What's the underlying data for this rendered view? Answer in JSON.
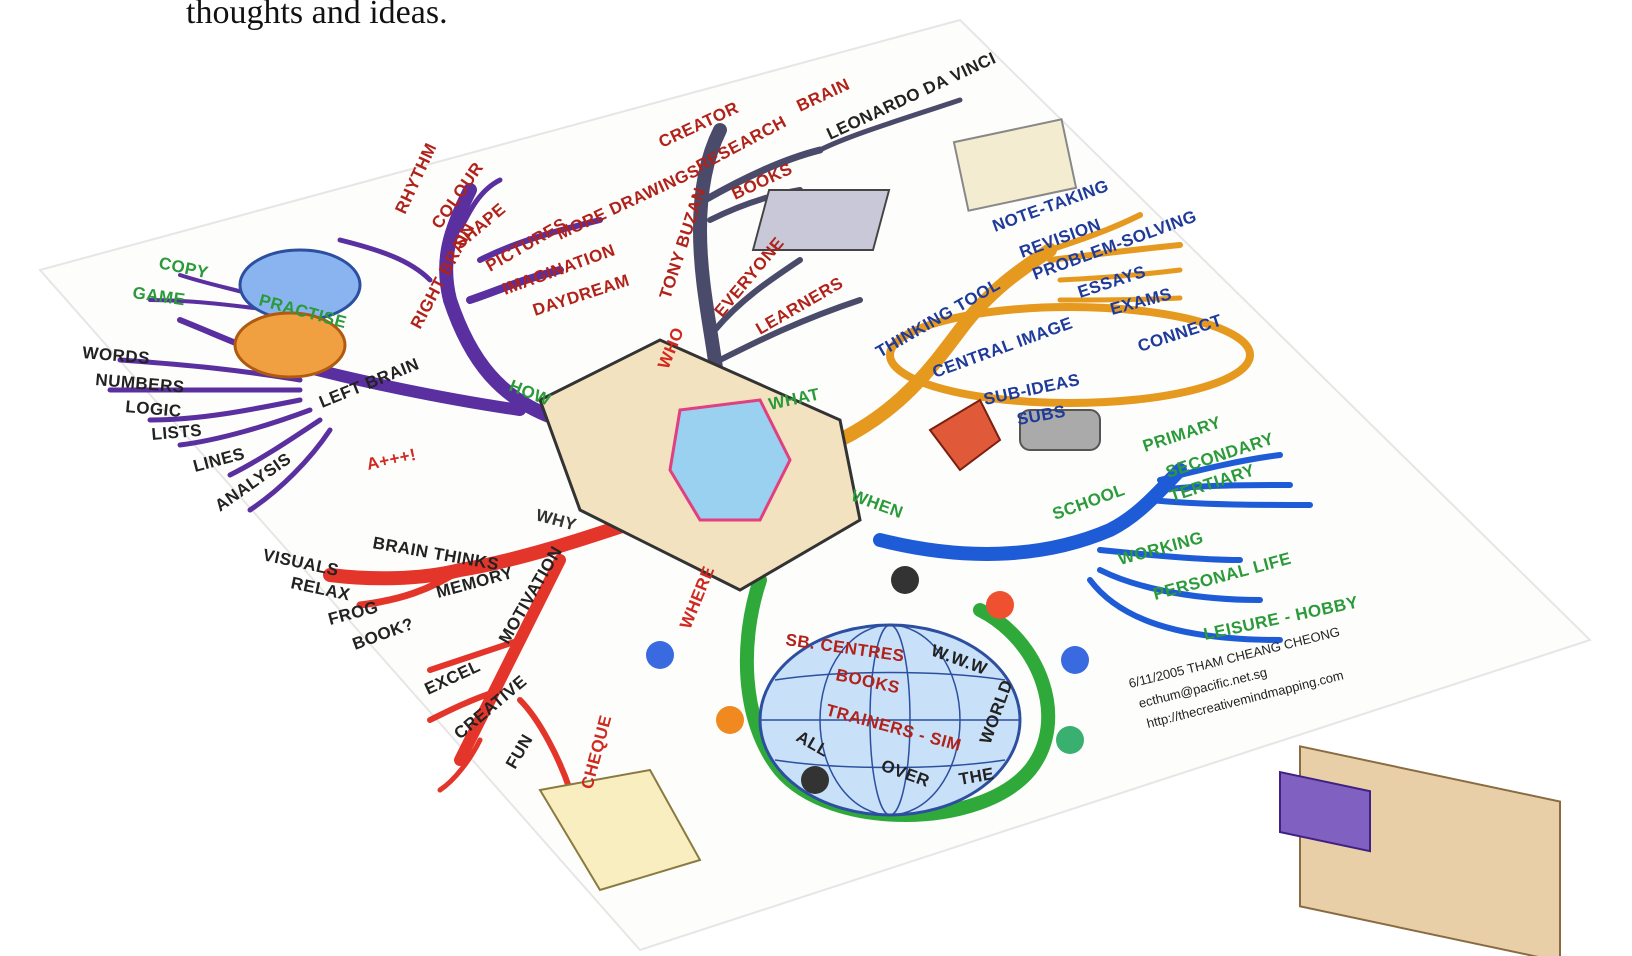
{
  "caption": "thoughts and ideas.",
  "colors": {
    "purple": "#5a2fa0",
    "grey": "#4a4a6a",
    "orange": "#e59a1f",
    "blue": "#1e5bd6",
    "green": "#2faa3a",
    "red": "#e4352a",
    "teal": "#1f8a7a",
    "dark_red": "#b0221a"
  },
  "central": {
    "how": "HOW",
    "who": "WHO",
    "what": "WHAT",
    "when": "WHEN",
    "where": "WHERE",
    "why": "WHY"
  },
  "how_branch": {
    "rhythm": "RHYTHM",
    "colour": "COLOUR",
    "shape": "SHAPE",
    "pictures": "PICTURES",
    "more_drawings": "MORE DRAWINGS",
    "imagination": "IMAGINATION",
    "daydream": "DAYDREAM",
    "right_brain": "RIGHT BRAIN",
    "left_brain": "LEFT BRAIN",
    "practise": "PRACTISE",
    "copy": "COPY",
    "game": "GAME",
    "words": "WORDS",
    "numbers": "NUMBERS",
    "logic": "LOGIC",
    "lists": "LISTS",
    "lines": "LINES",
    "analysis": "ANALYSIS"
  },
  "who_branch": {
    "creator": "CREATOR",
    "brain": "BRAIN",
    "leonardo": "LEONARDO DA VINCI",
    "research": "RESEARCH",
    "books": "BOOKS",
    "tony_buzan": "TONY BUZAN",
    "everyone": "EVERYONE",
    "learners": "LEARNERS"
  },
  "what_branch": {
    "note_taking": "NOTE-TAKING",
    "revision": "REVISION",
    "problem_solving": "PROBLEM-SOLVING",
    "essays": "ESSAYS",
    "exams": "EXAMS",
    "thinking_tool": "THINKING TOOL",
    "central_image": "CENTRAL IMAGE",
    "connect": "CONNECT",
    "sub_ideas": "SUB-IDEAS",
    "subs": "SUBS"
  },
  "when_branch": {
    "school": "SCHOOL",
    "primary": "PRIMARY",
    "secondary": "SECONDARY",
    "tertiary": "TERTIARY",
    "working": "WORKING",
    "personal_life": "PERSONAL LIFE",
    "leisure_hobby": "LEISURE - HOBBY"
  },
  "where_branch": {
    "centres": "SB. CENTRES",
    "www": "W.W.W",
    "books": "BOOKS",
    "trainers": "TRAINERS - SIM",
    "all": "ALL",
    "over": "OVER",
    "the": "THE",
    "world": "WORLD"
  },
  "why_branch": {
    "grade": "A+++!",
    "brain_thinks": "BRAIN THINKS",
    "visuals": "VISUALS",
    "relax": "RELAX",
    "memory": "MEMORY",
    "frog": "FROG",
    "book": "BOOK?",
    "motivation": "MOTIVATION",
    "excel": "EXCEL",
    "creative": "CREATIVE",
    "fun": "FUN",
    "cheque": "CHEQUE"
  },
  "signature": {
    "line1": "6/11/2005 THAM CHEANG CHEONG",
    "line2": "ecthum@pacific.net.sg",
    "line3": "http://thecreativemindmapping.com"
  }
}
